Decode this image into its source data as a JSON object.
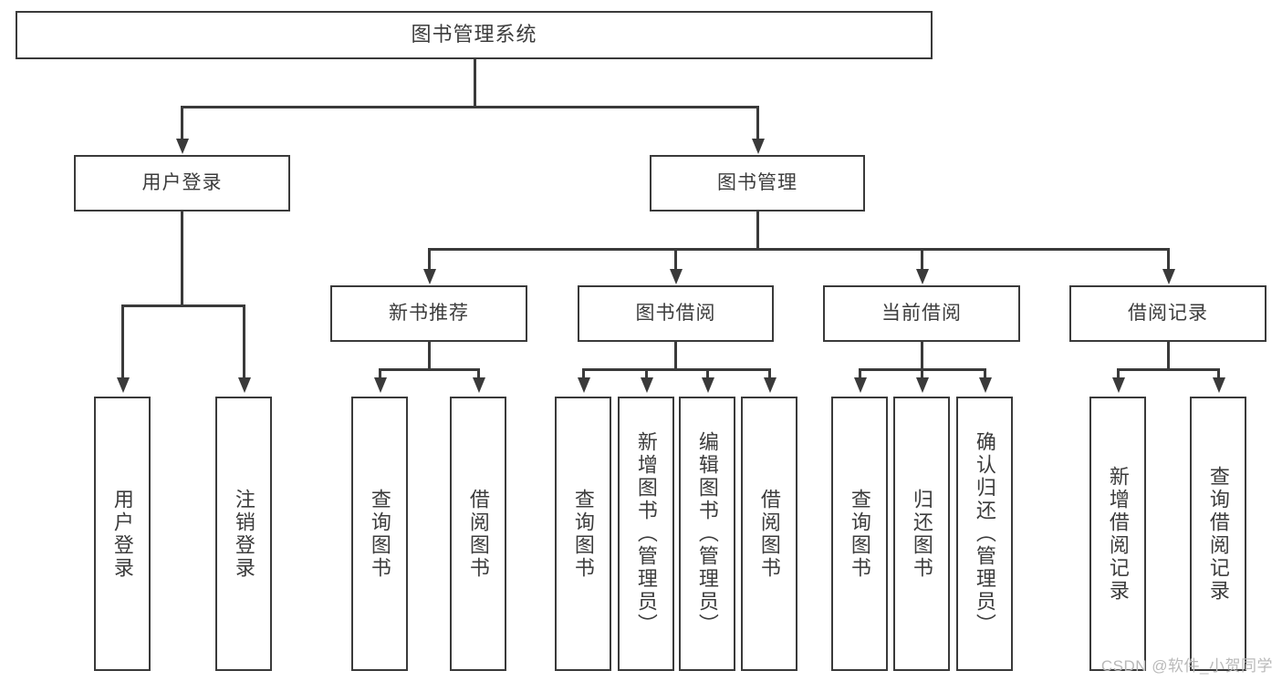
{
  "diagram": {
    "title": "图书管理系统",
    "type": "tree-structure-chart",
    "colors": {
      "stroke": "#3a3a3a",
      "fill": "#ffffff",
      "text": "#3c3c3c",
      "watermark": "#b9b9b9"
    },
    "root": {
      "label": "图书管理系统"
    },
    "level2": [
      {
        "label": "用户登录"
      },
      {
        "label": "图书管理"
      }
    ],
    "level3": [
      {
        "label": "新书推荐"
      },
      {
        "label": "图书借阅"
      },
      {
        "label": "当前借阅"
      },
      {
        "label": "借阅记录"
      }
    ],
    "leaves": {
      "user_login": [
        {
          "label": "用户登录"
        },
        {
          "label": "注销登录"
        }
      ],
      "new_book": [
        {
          "label": "查询图书"
        },
        {
          "label": "借阅图书"
        }
      ],
      "book_borrow": [
        {
          "label": "查询图书"
        },
        {
          "label": "新增图书（管理员）"
        },
        {
          "label": "编辑图书（管理员）"
        },
        {
          "label": "借阅图书"
        }
      ],
      "current_borrow": [
        {
          "label": "查询图书"
        },
        {
          "label": "归还图书"
        },
        {
          "label": "确认归还（管理员）"
        }
      ],
      "borrow_record": [
        {
          "label": "新增借阅记录"
        },
        {
          "label": "查询借阅记录"
        }
      ]
    }
  },
  "watermark": {
    "text": "CSDN @软件_小贺同学"
  }
}
